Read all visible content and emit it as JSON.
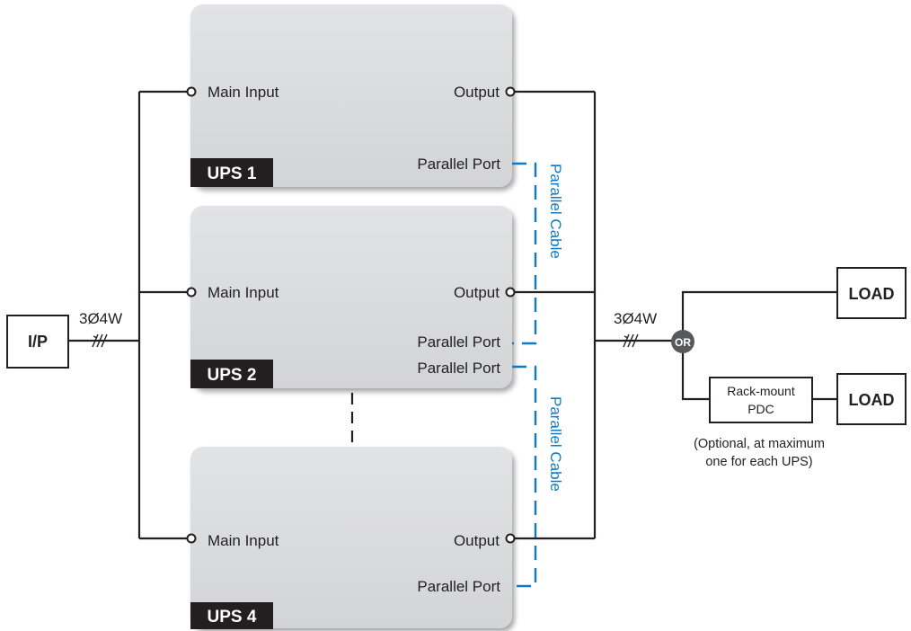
{
  "input": {
    "label": "I/P",
    "wiring": "3Ø4W"
  },
  "output_bus": {
    "wiring": "3Ø4W",
    "junction": "OR"
  },
  "ups_units": [
    {
      "name": "UPS 1",
      "main_input": "Main Input",
      "output": "Output",
      "parallel_port": "Parallel Port"
    },
    {
      "name": "UPS 2",
      "main_input": "Main Input",
      "output": "Output",
      "parallel_port_a": "Parallel Port",
      "parallel_port_b": "Parallel Port"
    },
    {
      "name": "UPS 4",
      "main_input": "Main Input",
      "output": "Output",
      "parallel_port": "Parallel Port"
    }
  ],
  "parallel_cables": [
    "Parallel Cable",
    "Parallel Cable"
  ],
  "loads": [
    "LOAD",
    "LOAD"
  ],
  "pdc": {
    "line1": "Rack-mount",
    "line2": "PDC"
  },
  "note": {
    "line1": "(Optional, at maximum",
    "line2": "one for each UPS)"
  }
}
